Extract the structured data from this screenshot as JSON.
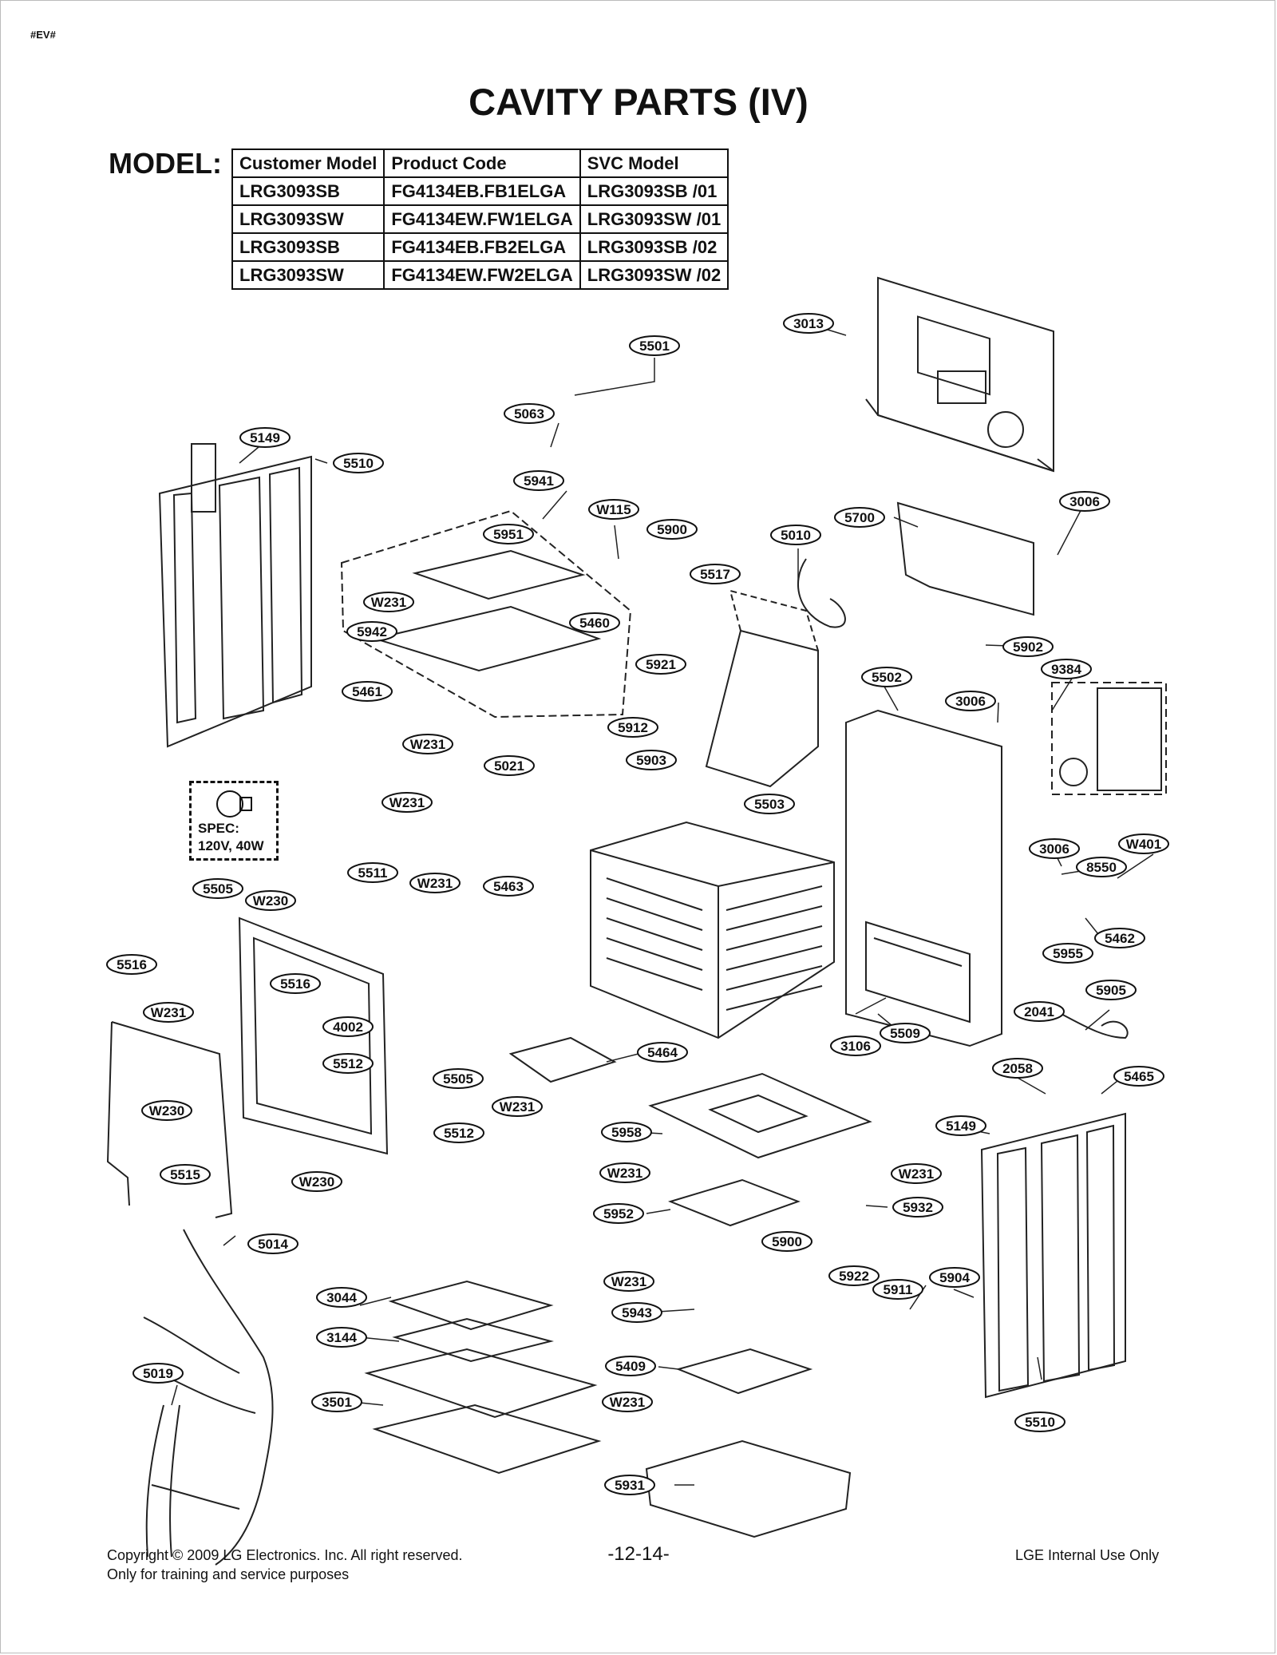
{
  "page_tag": "#EV#",
  "title": "CAVITY PARTS (IV)",
  "model_label": "MODEL:",
  "model_table": {
    "headers": [
      "Customer Model",
      "Product Code",
      "SVC Model"
    ],
    "rows": [
      [
        "LRG3093SB",
        "FG4134EB.FB1ELGA",
        "LRG3093SB /01"
      ],
      [
        "LRG3093SW",
        "FG4134EW.FW1ELGA",
        "LRG3093SW /01"
      ],
      [
        "LRG3093SB",
        "FG4134EB.FB2ELGA",
        "LRG3093SB /02"
      ],
      [
        "LRG3093SW",
        "FG4134EW.FW2ELGA",
        "LRG3093SW /02"
      ]
    ]
  },
  "spec_box": {
    "line1": "SPEC:",
    "line2": "120V, 40W"
  },
  "callouts": [
    "3013",
    "5501",
    "5063",
    "5149",
    "5510",
    "5941",
    "W115",
    "5900",
    "5010",
    "5700",
    "3006",
    "5951",
    "5517",
    "W231",
    "5460",
    "5942",
    "5921",
    "5902",
    "9384",
    "5461",
    "5502",
    "3006",
    "5912",
    "W231",
    "5903",
    "5021",
    "W231",
    "5503",
    "3006",
    "5511",
    "W401",
    "8550",
    "W231",
    "5463",
    "5505",
    "W230",
    "5462",
    "5955",
    "5516",
    "5516",
    "5905",
    "W231",
    "4002",
    "2041",
    "3106",
    "5509",
    "5512",
    "5464",
    "5505",
    "2058",
    "5465",
    "W230",
    "W231",
    "5512",
    "5958",
    "5149",
    "5515",
    "W230",
    "W231",
    "W231",
    "5952",
    "5932",
    "5900",
    "5014",
    "5922",
    "5904",
    "W231",
    "5911",
    "3044",
    "5943",
    "3144",
    "5409",
    "5019",
    "W231",
    "3501",
    "5931",
    "5510"
  ],
  "footer": {
    "copyright": "Copyright © 2009 LG Electronics. Inc. All right reserved.",
    "purpose": "Only for training and service purposes",
    "page_number": "-12-14-",
    "internal": "LGE Internal Use Only"
  }
}
